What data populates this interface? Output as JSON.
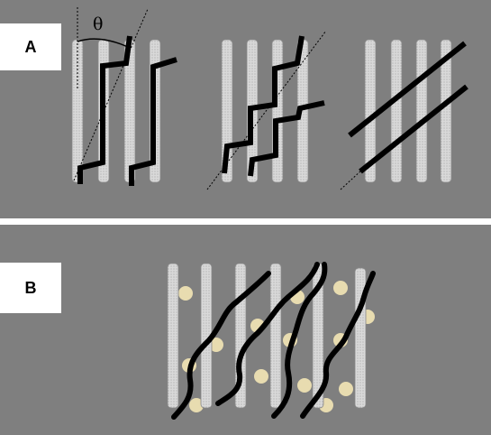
{
  "panel_a": {
    "label": "A",
    "angle_symbol": "θ"
  },
  "panel_b": {
    "label": "B"
  },
  "colors": {
    "background": "#7f7f7f",
    "pillar_fill": "#d9d9d9",
    "pillar_stipple": "#9a9a9a",
    "fiber": "#000000",
    "particle": "#e8dcb0"
  }
}
